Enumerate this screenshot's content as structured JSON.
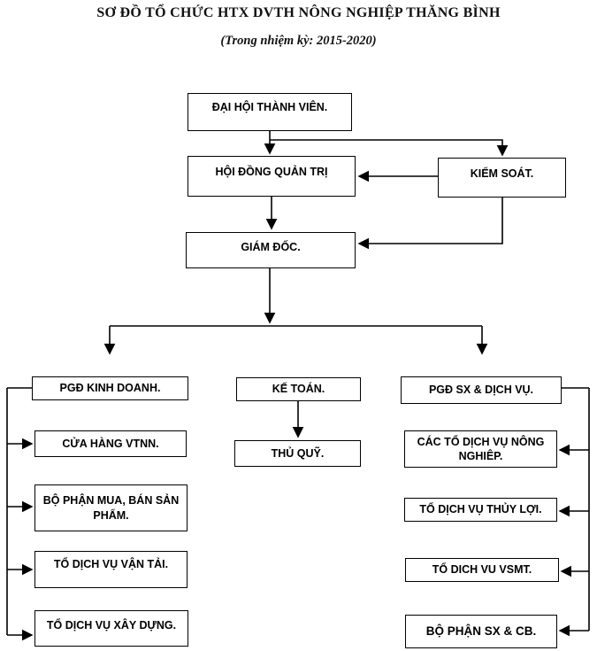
{
  "header": {
    "title": "SƠ ĐỒ TỔ CHỨC HTX DVTH NÔNG NGHIỆP THĂNG BÌNH",
    "subtitle": "(Trong nhiệm kỳ: 2015-2020)"
  },
  "nodes": {
    "dai_hoi": {
      "label": "ĐẠI HỘI THÀNH VIÊN."
    },
    "hoi_dong": {
      "label": "HỘI ĐỒNG QUẢN TRỊ"
    },
    "kiem_soat": {
      "label": "KIỂM SOÁT."
    },
    "giam_doc": {
      "label": "GIÁM ĐỐC."
    },
    "pgd_kinh_doanh": {
      "label": "PGĐ KINH DOANH."
    },
    "ke_toan": {
      "label": "KẾ TOÁN."
    },
    "pgd_sx": {
      "label": "PGĐ SX & DỊCH VỤ."
    },
    "cua_hang": {
      "label": "CỬA HÀNG VTNN."
    },
    "bo_phan_mua": {
      "label": "BỘ PHẬN MUA, BÁN SẢN PHẨM."
    },
    "van_tai": {
      "label": "TỔ DỊCH VỤ VẬN TẢI."
    },
    "xay_dung": {
      "label": "TỔ DỊCH VỤ XÂY DỰNG."
    },
    "thu_quy": {
      "label": "THỦ QUỸ."
    },
    "nong_nghiep": {
      "label": "CÁC TỔ DỊCH VỤ NÔNG NGHIÊP."
    },
    "thuy_loi": {
      "label": "TỔ DỊCH VỤ THỦY LỢI."
    },
    "vsmt": {
      "label": "TỔ DICH VU VSMT."
    },
    "sx_cb": {
      "label": "BỘ PHẬN SX & CB."
    }
  },
  "edges": [
    {
      "from": "dai_hoi",
      "to": "hoi_dong"
    },
    {
      "from": "dai_hoi",
      "to": "kiem_soat"
    },
    {
      "from": "kiem_soat",
      "to": "hoi_dong"
    },
    {
      "from": "hoi_dong",
      "to": "giam_doc"
    },
    {
      "from": "kiem_soat",
      "to": "giam_doc"
    },
    {
      "from": "giam_doc",
      "to": "pgd_kinh_doanh"
    },
    {
      "from": "giam_doc",
      "to": "pgd_sx"
    },
    {
      "from": "ke_toan",
      "to": "thu_quy"
    },
    {
      "from": "pgd_kinh_doanh",
      "to": "cua_hang"
    },
    {
      "from": "pgd_kinh_doanh",
      "to": "bo_phan_mua"
    },
    {
      "from": "pgd_kinh_doanh",
      "to": "van_tai"
    },
    {
      "from": "pgd_kinh_doanh",
      "to": "xay_dung"
    },
    {
      "from": "pgd_sx",
      "to": "nong_nghiep"
    },
    {
      "from": "pgd_sx",
      "to": "thuy_loi"
    },
    {
      "from": "pgd_sx",
      "to": "vsmt"
    },
    {
      "from": "pgd_sx",
      "to": "sx_cb"
    }
  ],
  "colors": {
    "line": "#000000",
    "text": "#000000",
    "background": "#ffffff"
  }
}
